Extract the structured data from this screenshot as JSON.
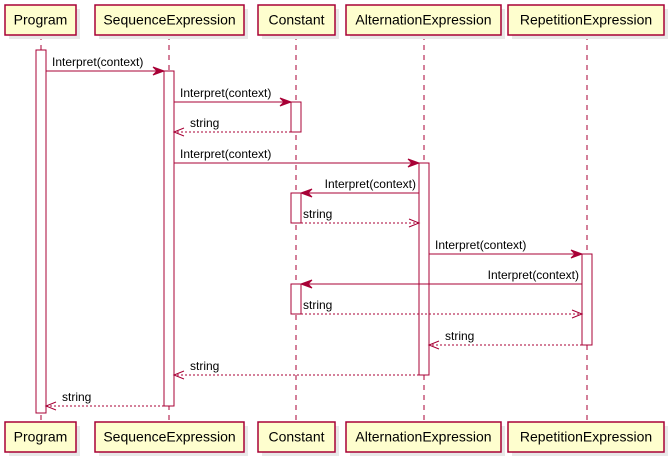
{
  "diagram": {
    "participants": [
      {
        "id": "program",
        "label": "Program"
      },
      {
        "id": "sequence",
        "label": "SequenceExpression"
      },
      {
        "id": "constant",
        "label": "Constant"
      },
      {
        "id": "alternation",
        "label": "AlternationExpression"
      },
      {
        "id": "repetition",
        "label": "RepetitionExpression"
      }
    ],
    "messages": [
      {
        "from": "program",
        "to": "sequence",
        "label": "Interpret(context)",
        "kind": "call"
      },
      {
        "from": "sequence",
        "to": "constant",
        "label": "Interpret(context)",
        "kind": "call"
      },
      {
        "from": "constant",
        "to": "sequence",
        "label": "string",
        "kind": "return"
      },
      {
        "from": "sequence",
        "to": "alternation",
        "label": "Interpret(context)",
        "kind": "call"
      },
      {
        "from": "alternation",
        "to": "constant",
        "label": "Interpret(context)",
        "kind": "call"
      },
      {
        "from": "constant",
        "to": "alternation",
        "label": "string",
        "kind": "return"
      },
      {
        "from": "alternation",
        "to": "repetition",
        "label": "Interpret(context)",
        "kind": "call"
      },
      {
        "from": "repetition",
        "to": "constant",
        "label": "Interpret(context)",
        "kind": "call"
      },
      {
        "from": "constant",
        "to": "repetition",
        "label": "string",
        "kind": "return"
      },
      {
        "from": "repetition",
        "to": "alternation",
        "label": "string",
        "kind": "return"
      },
      {
        "from": "alternation",
        "to": "sequence",
        "label": "string",
        "kind": "return"
      },
      {
        "from": "sequence",
        "to": "program",
        "label": "string",
        "kind": "return"
      }
    ],
    "colors": {
      "border": "#A80036",
      "participant_fill": "#FEFECE",
      "activation_fill": "#FFFFFF",
      "text": "#000000"
    }
  }
}
